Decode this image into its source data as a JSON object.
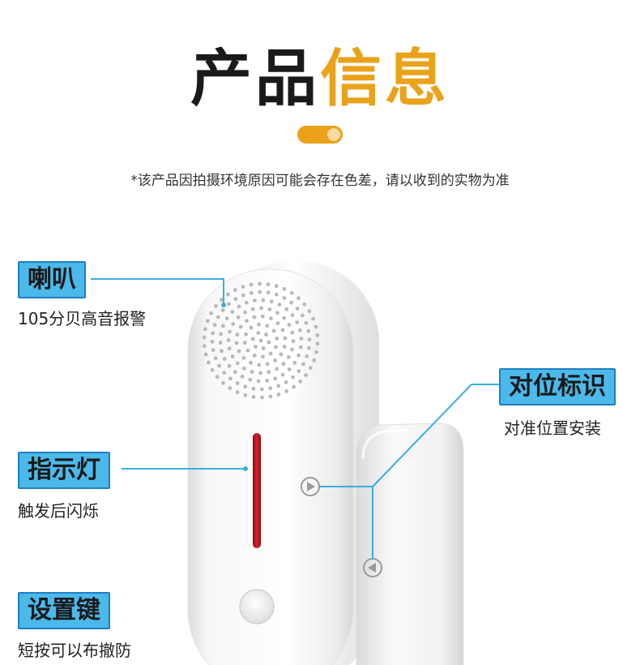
{
  "header": {
    "title_part1": "产品",
    "title_part2": "信息",
    "note": "*该产品因拍摄环境原因可能会存在色差，请以收到的实物为准"
  },
  "callouts": {
    "speaker": {
      "label": "喇叭",
      "desc": "105分贝高音报警"
    },
    "align_mark": {
      "label": "对位标识",
      "desc": "对准位置安装"
    },
    "indicator": {
      "label": "指示灯",
      "desc": "触发后闪烁"
    },
    "settings_key": {
      "label": "设置键",
      "desc": "短按可以布撤防"
    }
  },
  "colors": {
    "accent": "#e9a21a",
    "label_bg": "#4bb9ea",
    "label_border": "#1f7fc4",
    "callout_line": "#3aaee0",
    "indicator_red": "#c8141e"
  }
}
